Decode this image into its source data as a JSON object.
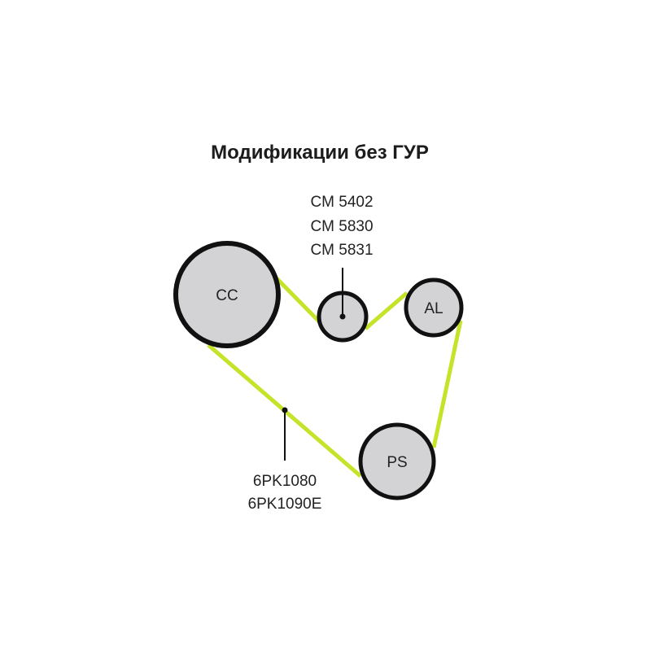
{
  "title": "Модификации без ГУР",
  "pulleys": {
    "cc": "CC",
    "al": "AL",
    "ps": "PS"
  },
  "tensioner_labels": [
    "CM 5402",
    "CM 5830",
    "CM 5831"
  ],
  "belt_labels": [
    "6PK1080",
    "6PK1090E"
  ],
  "colors": {
    "belt": "#c6e32a",
    "pulley_fill": "#d3d3d6",
    "outline": "#111111"
  }
}
